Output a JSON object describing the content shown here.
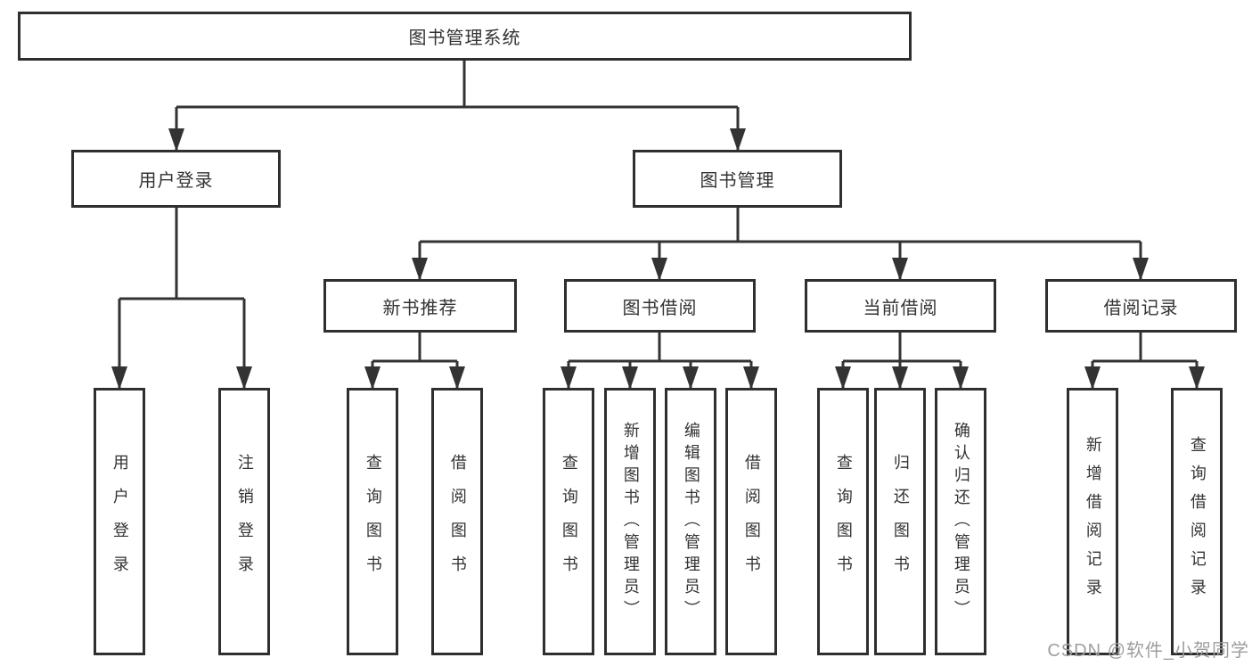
{
  "diagram": {
    "root": {
      "label": "图书管理系统"
    },
    "level2": [
      {
        "label": "用户登录"
      },
      {
        "label": "图书管理"
      }
    ],
    "level3": [
      {
        "label": "新书推荐"
      },
      {
        "label": "图书借阅"
      },
      {
        "label": "当前借阅"
      },
      {
        "label": "借阅记录"
      }
    ],
    "leaves": {
      "login": [
        {
          "label": "用户登录"
        },
        {
          "label": "注销登录"
        }
      ],
      "newbook": [
        {
          "label": "查询图书"
        },
        {
          "label": "借阅图书"
        }
      ],
      "borrow": [
        {
          "label": "查询图书"
        },
        {
          "label": "新增图书（管理员）"
        },
        {
          "label": "编辑图书（管理员）"
        },
        {
          "label": "借阅图书"
        }
      ],
      "current": [
        {
          "label": "查询图书"
        },
        {
          "label": "归还图书"
        },
        {
          "label": "确认归还（管理员）"
        }
      ],
      "records": [
        {
          "label": "新增借阅记录"
        },
        {
          "label": "查询借阅记录"
        }
      ]
    }
  },
  "watermark": {
    "text": "CSDN @软件_小贺同学"
  },
  "colors": {
    "line": "#333333",
    "box_border": "#2f2f2f",
    "text": "#333333",
    "watermark": "#9e9e9e",
    "background": "#ffffff"
  }
}
